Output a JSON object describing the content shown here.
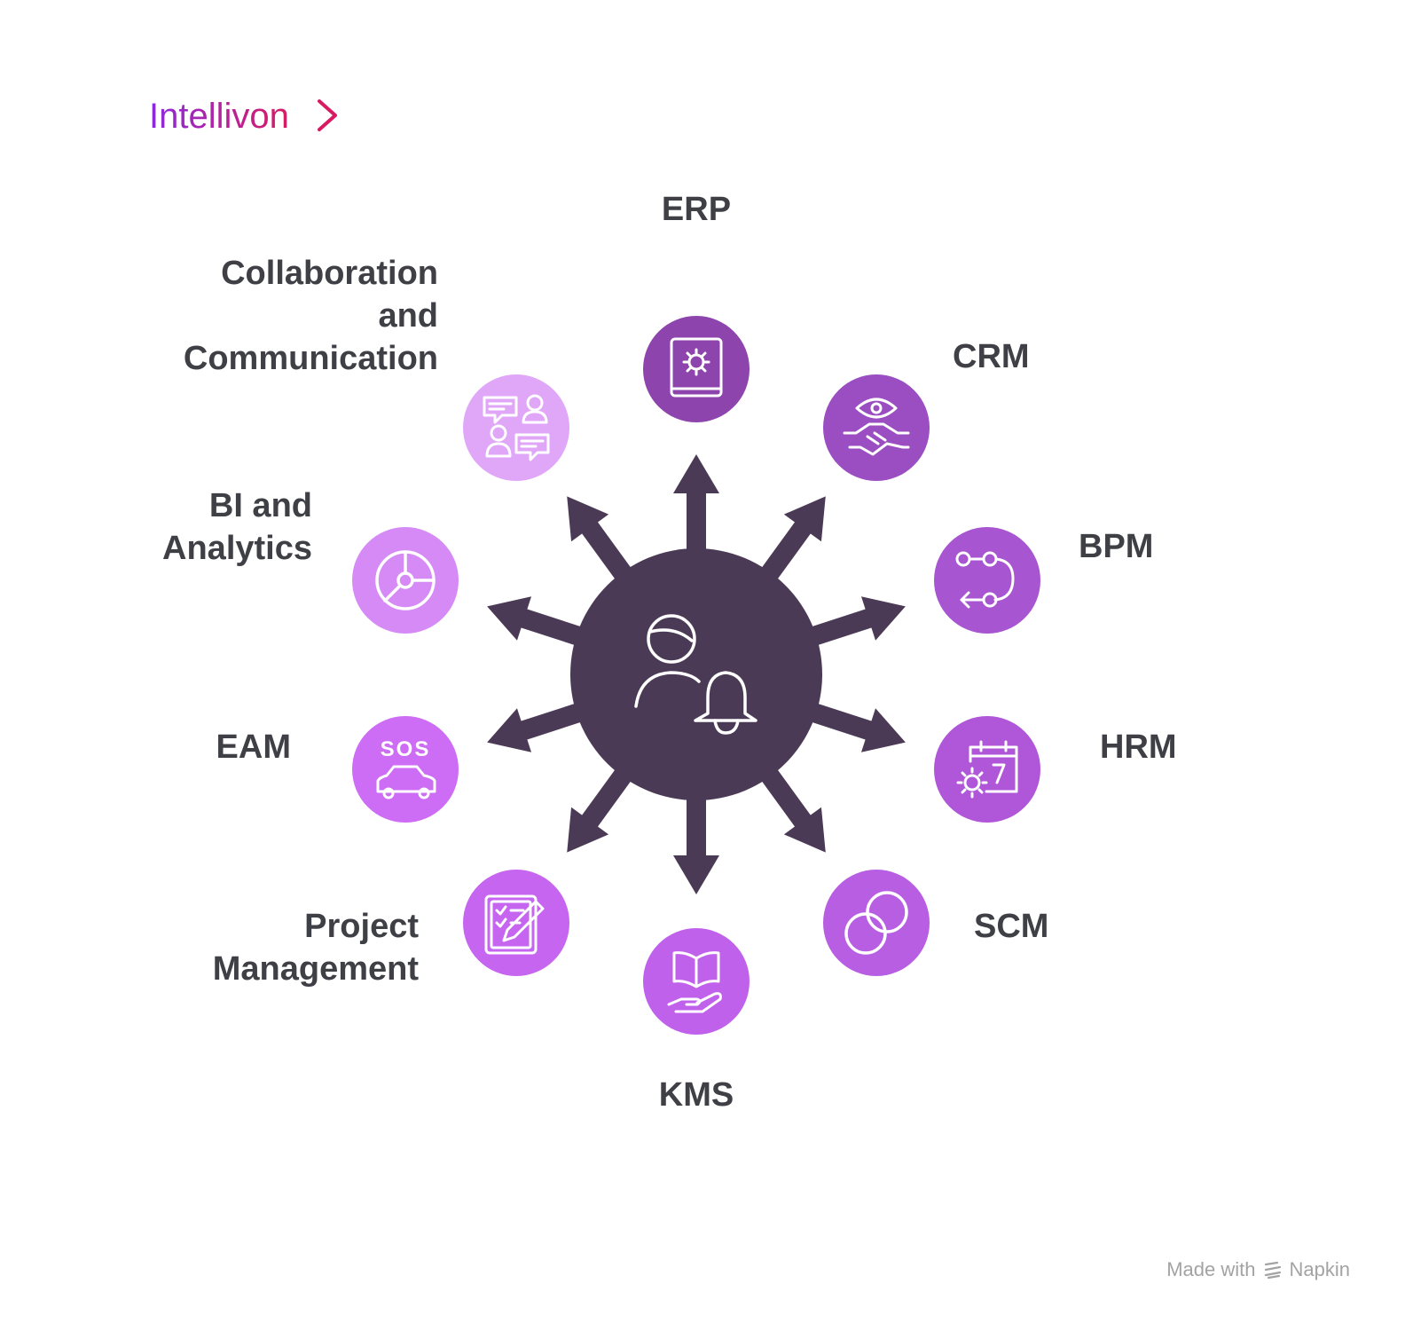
{
  "brand": {
    "name": "Intellivon",
    "gradient_start": "#8a2be2",
    "gradient_end": "#d81b60"
  },
  "footer": {
    "made_with": "Made with",
    "tool": "Napkin",
    "icon": "napkin-logo-icon"
  },
  "hub": {
    "color": "#4b3a55",
    "icon": "user-bell-icon"
  },
  "nodes": [
    {
      "id": "erp",
      "label": "ERP",
      "color": "#8e44ad",
      "icon": "gear-book-icon"
    },
    {
      "id": "crm",
      "label": "CRM",
      "color": "#9b4ec2",
      "icon": "eye-handshake-icon"
    },
    {
      "id": "bpm",
      "label": "BPM",
      "color": "#a855d1",
      "icon": "process-flow-icon"
    },
    {
      "id": "hrm",
      "label": "HRM",
      "color": "#b057d9",
      "icon": "calendar-gear-icon"
    },
    {
      "id": "scm",
      "label": "SCM",
      "color": "#b85ee3",
      "icon": "linked-rings-icon"
    },
    {
      "id": "kms",
      "label": "KMS",
      "color": "#c061ec",
      "icon": "book-hand-icon"
    },
    {
      "id": "pm",
      "label": "Project Management",
      "color": "#c665f0",
      "icon": "clipboard-pencil-icon"
    },
    {
      "id": "eam",
      "label": "EAM",
      "color": "#cd6cf5",
      "icon": "sos-car-icon",
      "badge": "SOS"
    },
    {
      "id": "bi",
      "label": "BI and Analytics",
      "color": "#d58af5",
      "icon": "pie-chart-icon"
    },
    {
      "id": "collab",
      "label": "Collaboration and Communication",
      "color": "#e0a6f8",
      "icon": "chat-people-icon"
    }
  ],
  "arrow_color": "#4b3a55"
}
